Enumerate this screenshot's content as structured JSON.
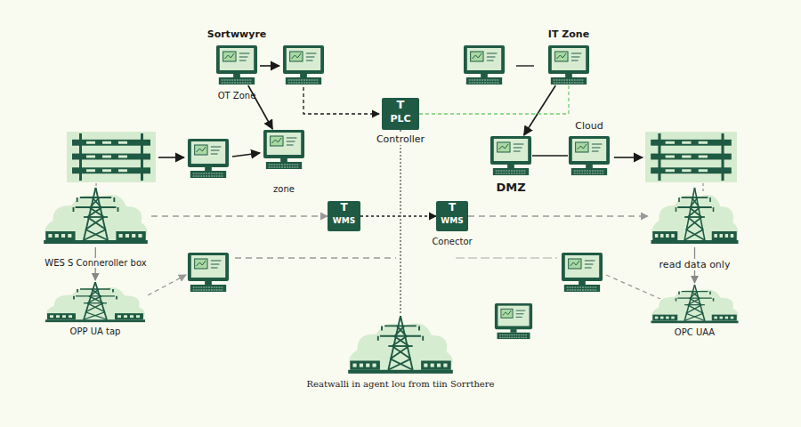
{
  "diagram": {
    "nodes": [
      {
        "text": [
          "Sortwwyre",
          "OT Zone"
        ]
      },
      {
        "text": [
          "T",
          "PLC",
          "Controller"
        ]
      },
      {
        "text": [
          "IT Zone"
        ]
      },
      {
        "text": [
          "zone"
        ]
      },
      {
        "text": [
          "DMZ"
        ]
      },
      {
        "text": [
          "Cloud"
        ]
      },
      {
        "text": [
          "WES S Conneroller box"
        ]
      },
      {
        "text": [
          "T",
          "WMS"
        ]
      },
      {
        "text": [
          "T",
          "WMS",
          "Conector"
        ]
      },
      {
        "text": [
          "read data only"
        ]
      },
      {
        "text": [
          "OPP UA tap"
        ]
      },
      {
        "text": [
          "OPC UAA"
        ]
      },
      {
        "text": [
          "Reatwalli in agent lou from tiin Sorrthere"
        ]
      }
    ],
    "edges": [
      {
        "from": 0,
        "to": 3,
        "arrow": "to"
      },
      {
        "from": 2,
        "to": 4,
        "arrow": "to"
      },
      {
        "from": 4,
        "to": 5,
        "arrow": "none"
      },
      {
        "from": 1,
        "to": 2,
        "arrow": "none"
      },
      {
        "from": 6,
        "to": 7,
        "arrow": "to"
      },
      {
        "from": 7,
        "to": 8,
        "arrow": "to"
      },
      {
        "from": 8,
        "to": 9,
        "arrow": "to"
      },
      {
        "from": 6,
        "to": 10,
        "arrow": "to"
      },
      {
        "from": 9,
        "to": 11,
        "arrow": "to"
      },
      {
        "from": 1,
        "to": 12,
        "arrow": "none"
      }
    ]
  }
}
